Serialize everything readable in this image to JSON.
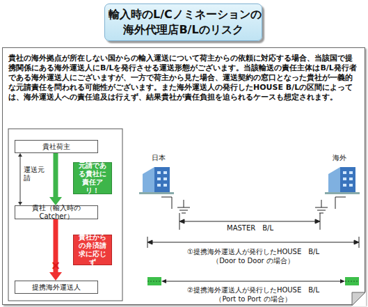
{
  "diagram": {
    "title": "輸入時のL/Cノミネーションの 海外代理店B/Lのリスク",
    "nodes": [
      {
        "text": [
          "貴社の海外拠点が所在しない国からの輸入運送について荷主からの依頼に対応する場合、当該国で提携関係にある海外運送人にB/Lを発行させる運送形態がございます。当該輸送の責任主体はB/L発行者である海外運送人にございますが、一方で荷主から見た場合、運送契約の窓口となった貴社が一義的な元請責任を問われる可能性がございます。また海外運送人の発行したHOUSE B/Lの区間によっては、海外運送人への責任追及は行えず、結果貴社が責任負担を迫られるケースも想定されます。"
        ]
      },
      {
        "text": [
          "貴社荷主"
        ],
        "in": 0
      },
      {
        "text": [
          "貴社（輸入時のCatcher）"
        ],
        "in": 0
      },
      {
        "text": [
          "提携海外運送人"
        ],
        "in": 0
      },
      {
        "text": [
          "元請である貴社に責任アリ！"
        ],
        "in": 0
      },
      {
        "text": [
          "貴社からの弁済請求に応じず"
        ],
        "in": 0
      }
    ],
    "edges": [
      {
        "from": 1,
        "to": 2,
        "arrow": "to"
      },
      {
        "from": 2,
        "to": 3,
        "arrow": "to"
      },
      {
        "from": 1,
        "to": 2,
        "label": "運送元請",
        "arrow": "both"
      }
    ],
    "labels": [
      "日本",
      "海外",
      "MASTER　B/L",
      "①提携海外運送人が発行したHOUSE　B/L",
      "（Door to Door の場合）",
      "②提携海外運送人が発行したHOUSE　B/L",
      "（Port to Port の場合）",
      "×"
    ]
  }
}
